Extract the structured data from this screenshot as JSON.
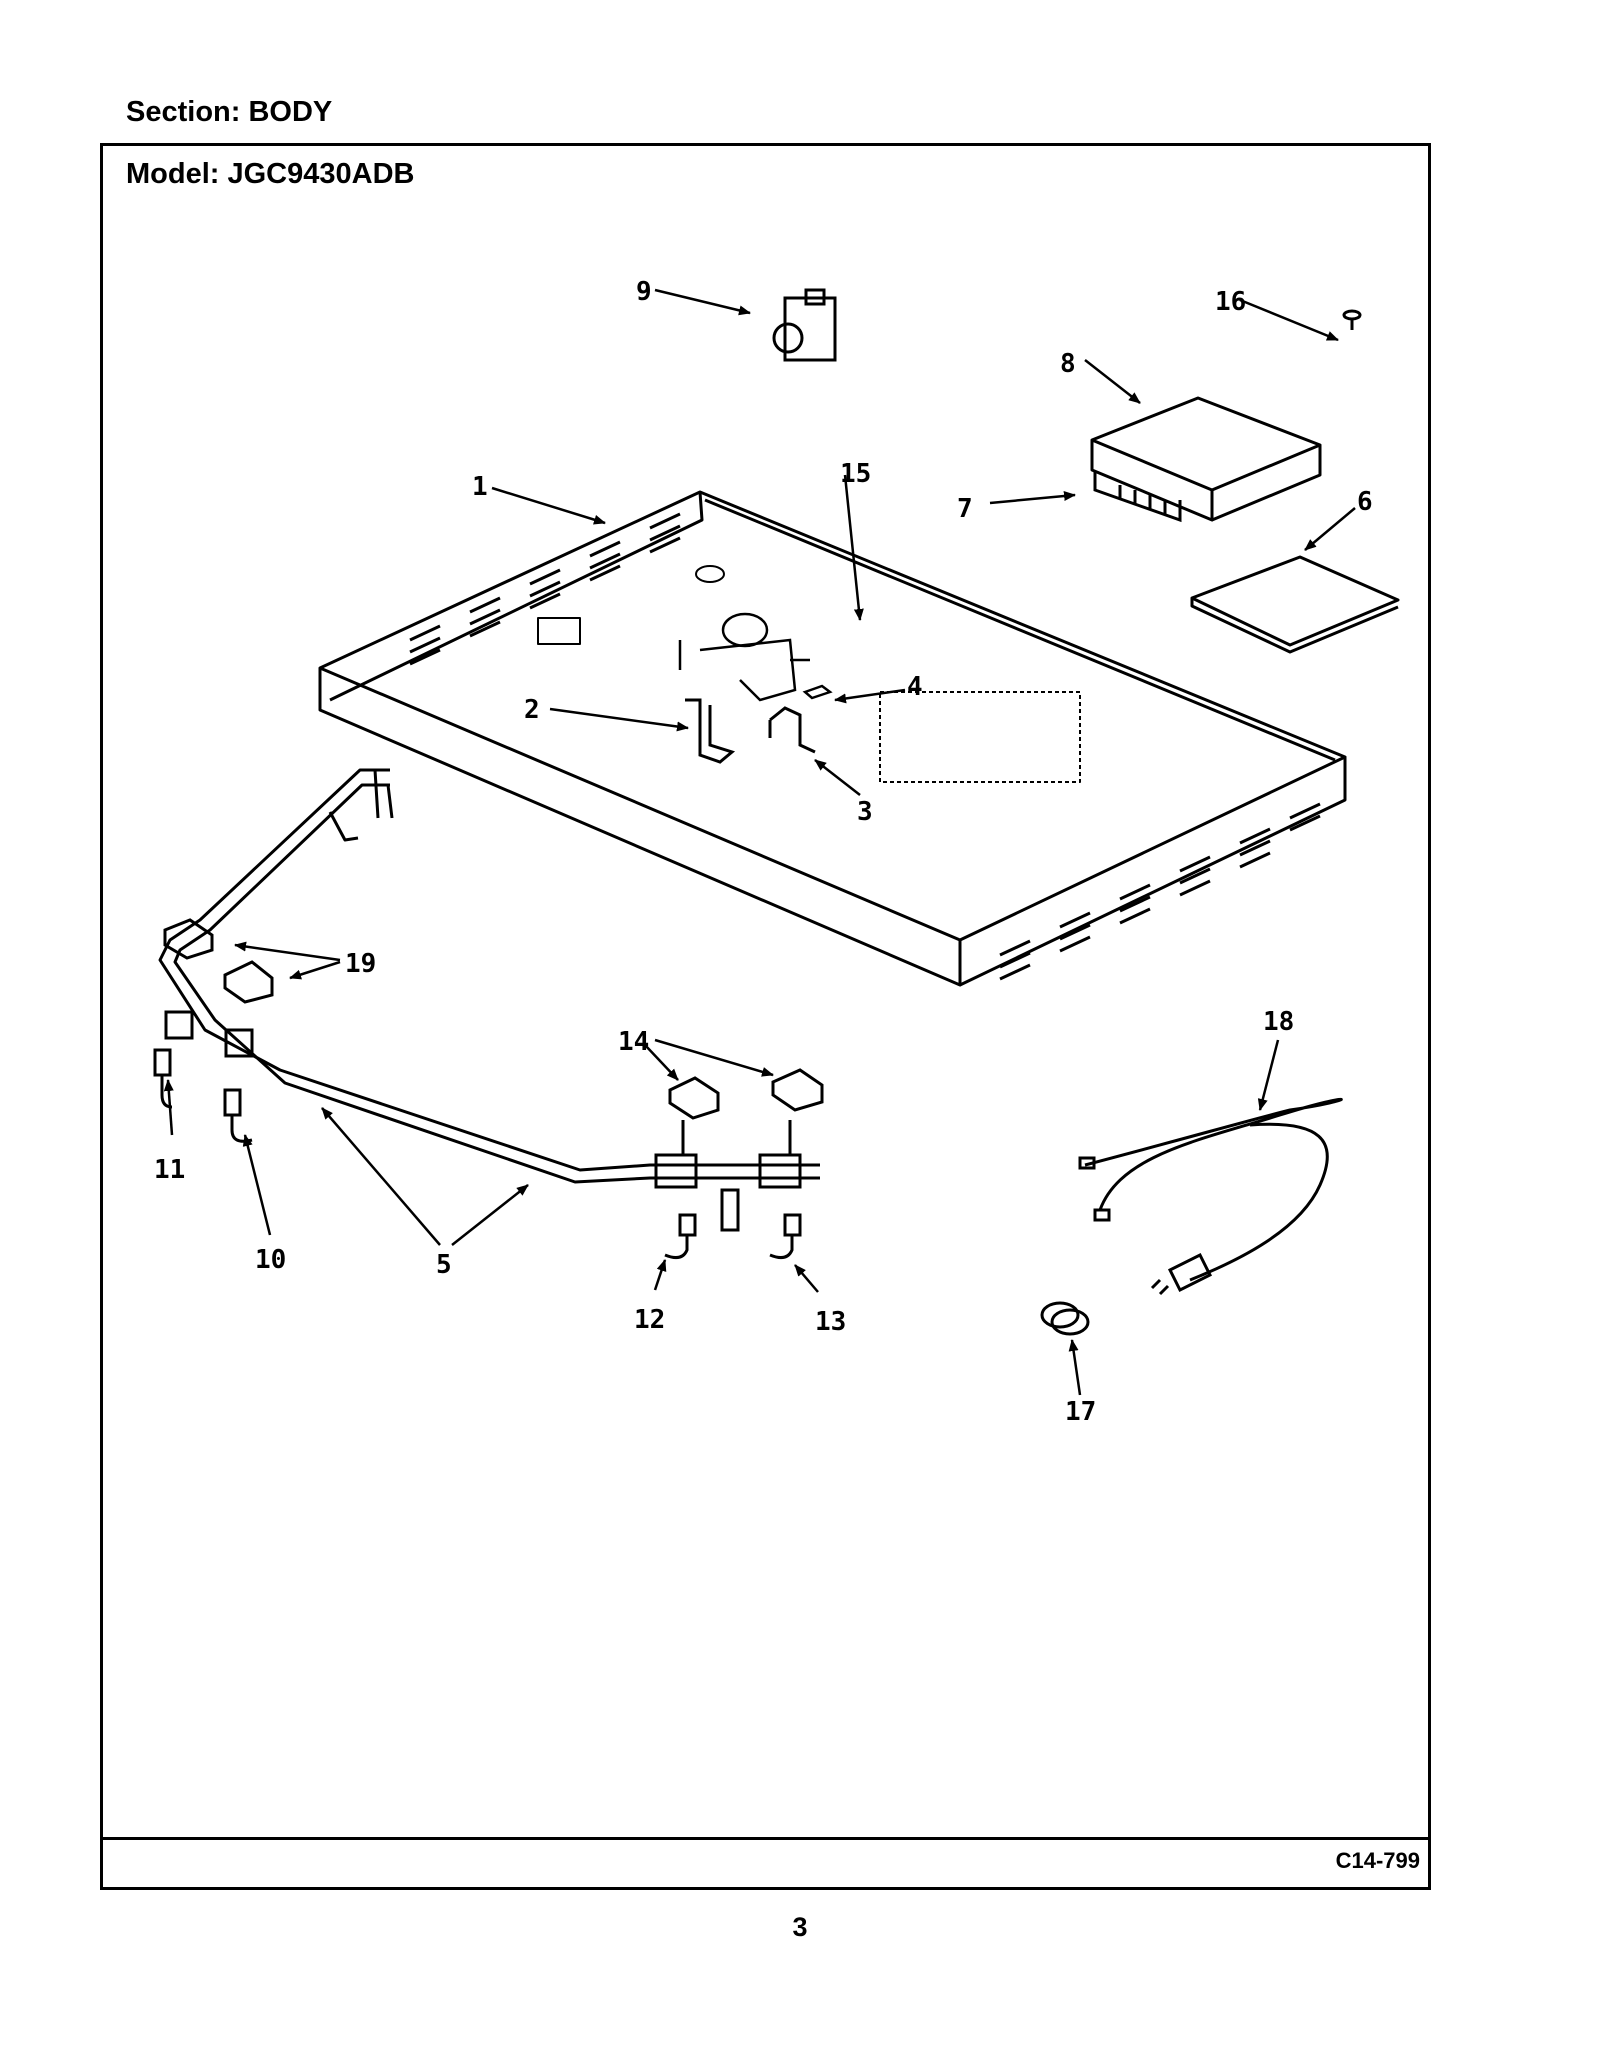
{
  "header": {
    "section_label": "Section:  BODY",
    "model_label": "Model:  JGC9430ADB"
  },
  "footer": {
    "drawing_code": "C14-799",
    "page_number": "3"
  },
  "callouts": [
    "1",
    "2",
    "3",
    "4",
    "5",
    "6",
    "7",
    "8",
    "9",
    "10",
    "11",
    "12",
    "13",
    "14",
    "15",
    "16",
    "17",
    "18",
    "19"
  ]
}
